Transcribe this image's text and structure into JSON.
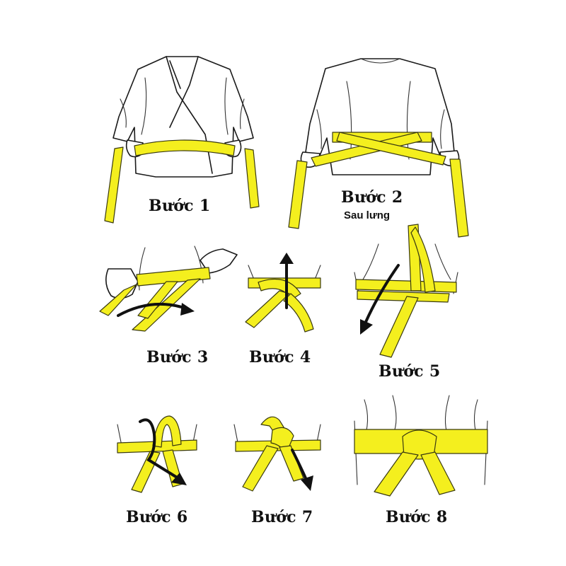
{
  "colors": {
    "belt_fill": "#f4ef1e",
    "belt_stroke": "#3a3a10",
    "arrow": "#111111",
    "ink": "#1a1a1a"
  },
  "steps": [
    {
      "label": "Bước 1"
    },
    {
      "label": "Bước 2",
      "note": "Sau lưng"
    },
    {
      "label": "Bước 3"
    },
    {
      "label": "Bước 4"
    },
    {
      "label": "Bước 5"
    },
    {
      "label": "Bước 6"
    },
    {
      "label": "Bước 7"
    },
    {
      "label": "Bước 8"
    }
  ]
}
